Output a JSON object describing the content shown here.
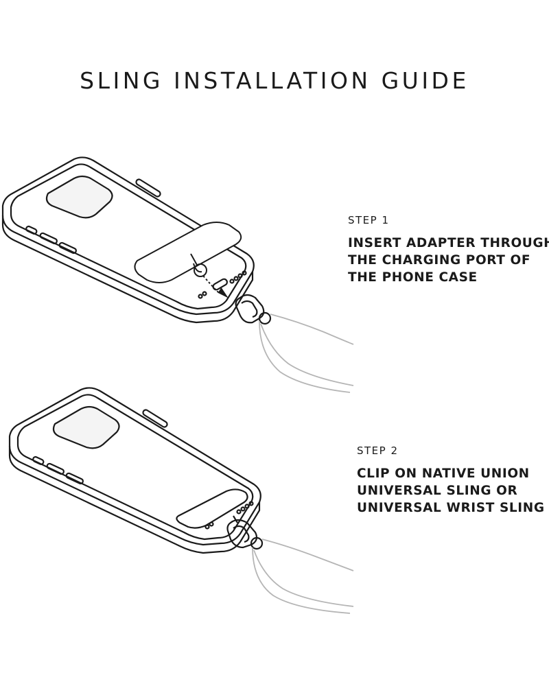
{
  "title": "SLING INSTALLATION GUIDE",
  "steps": [
    {
      "label": "STEP 1",
      "lines": [
        "INSERT ADAPTER THROUGH",
        "THE CHARGING PORT OF",
        "THE PHONE CASE"
      ]
    },
    {
      "label": "STEP 2",
      "lines": [
        "CLIP ON NATIVE UNION",
        "UNIVERSAL SLING OR",
        "UNIVERSAL WRIST SLING"
      ]
    }
  ],
  "colors": {
    "ink": "#1a1a1a",
    "strap": "#b5b5b5",
    "background": "#ffffff"
  }
}
